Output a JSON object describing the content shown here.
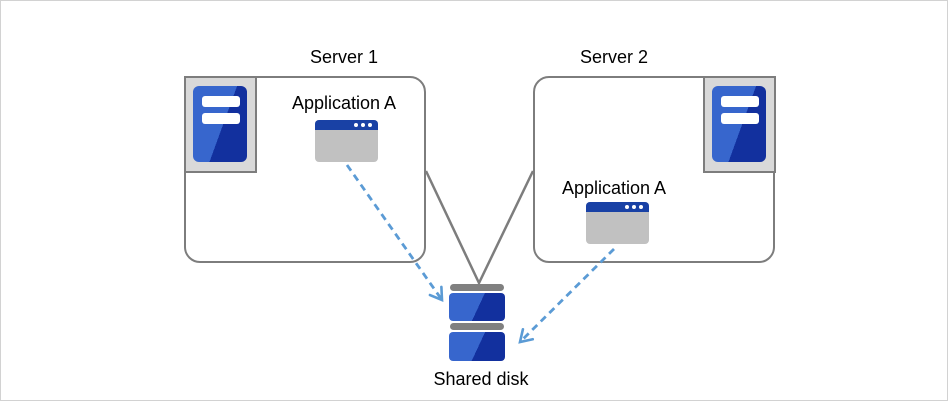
{
  "diagram": {
    "title_note": "",
    "servers": [
      {
        "label": "Server 1",
        "app_label": "Application A"
      },
      {
        "label": "Server 2",
        "app_label": "Application A"
      }
    ],
    "shared_disk": {
      "label": "Shared disk"
    },
    "icons": [
      "server-tower-icon",
      "server-tower-icon",
      "application-window-icon",
      "application-window-icon",
      "shared-disk-icon"
    ],
    "colors": {
      "box_border_gray": "#7d7d7d",
      "connector_gray": "#7d7d7d",
      "arrow_blue": "#5b9bd5",
      "icon_frame_gray": "#d9d9d9",
      "icon_blue_light": "#3766cd",
      "icon_blue_dark": "#12309e",
      "titlebar_blue": "#1941a5",
      "window_body_gray": "#c1c1c1",
      "disk_cap_gray": "#808080",
      "text_black": "#000000",
      "canvas_border": "#d2d2d2"
    }
  }
}
